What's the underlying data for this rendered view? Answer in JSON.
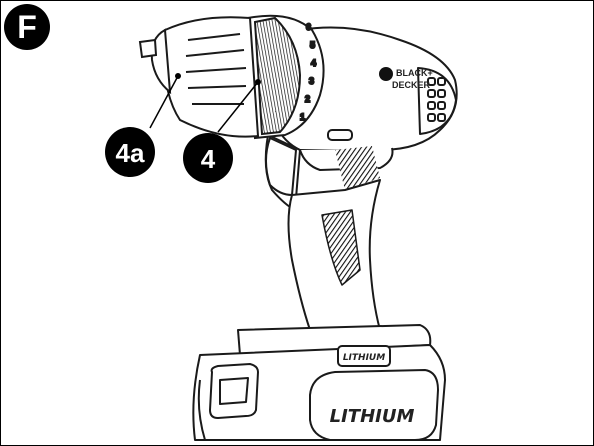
{
  "figure": {
    "label": "F"
  },
  "callouts": [
    {
      "label": "4a",
      "target": "chuck"
    },
    {
      "label": "4",
      "target": "torque-adjustment-collar"
    }
  ],
  "torque_scale": [
    "1",
    "2",
    "3",
    "4",
    "5",
    "6"
  ],
  "brand": {
    "line1": "BLACK+",
    "line2": "DECKER"
  },
  "battery": {
    "small_label": "LITHIUM",
    "large_label": "LITHIUM"
  },
  "colors": {
    "ink": "#1a1a1a",
    "badge": "#000000",
    "body_fill": "#ffffff"
  }
}
